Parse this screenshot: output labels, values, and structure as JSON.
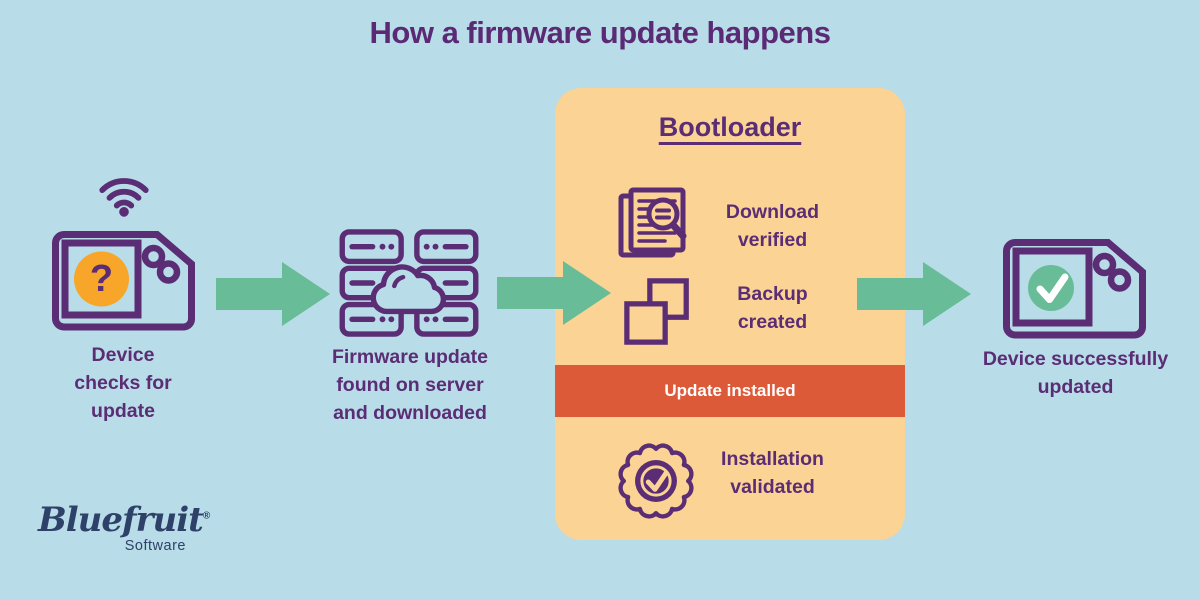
{
  "header": {
    "title": "How a firmware update happens"
  },
  "flow": {
    "step1": {
      "glyph": "?",
      "lines": [
        "Device",
        "checks for",
        "update"
      ]
    },
    "step2": {
      "lines": [
        "Firmware update",
        "found on server",
        "and downloaded"
      ]
    },
    "step4": {
      "lines": [
        "Device successfully",
        "updated"
      ]
    }
  },
  "bootloader": {
    "title": "Bootloader",
    "item1": {
      "lines": [
        "Download",
        "verified"
      ]
    },
    "item2": {
      "lines": [
        "Backup",
        "created"
      ]
    },
    "banner": "Update installed",
    "item3": {
      "lines": [
        "Installation",
        "validated"
      ]
    }
  },
  "logo": {
    "brand": "Bluefruit",
    "registered": "®",
    "subtitle": "Software"
  },
  "colors": {
    "background": "#b8dce8",
    "purple": "#5b2d74",
    "green": "#68bc98",
    "panel_tan": "#fbd394",
    "banner_orange": "#dc5a38",
    "amber": "#f7a629",
    "logo_navy": "#2e4169",
    "white": "#ffffff"
  }
}
